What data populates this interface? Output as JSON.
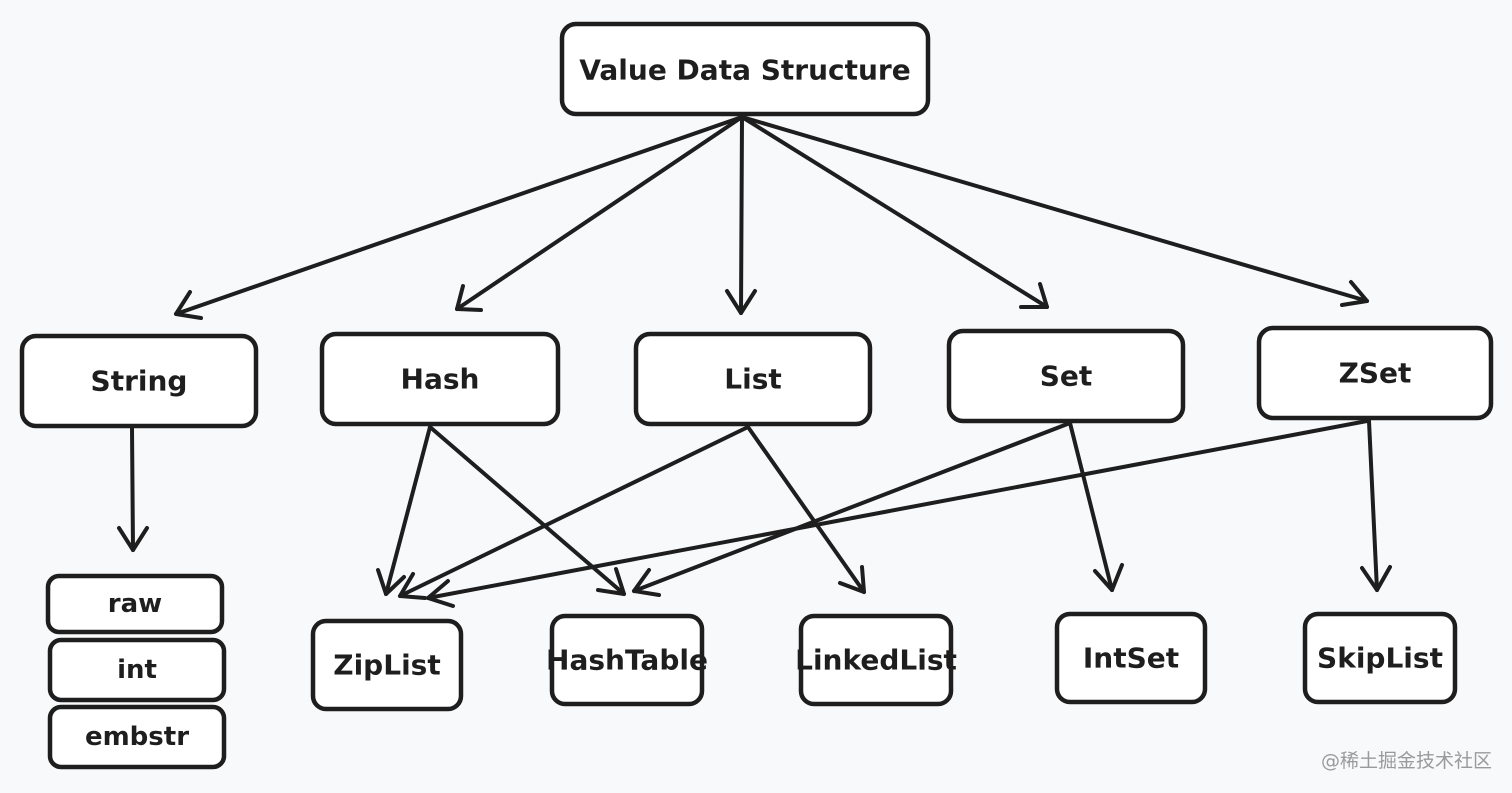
{
  "diagram": {
    "root": "Value Data Structure",
    "types": [
      "String",
      "Hash",
      "List",
      "Set",
      "ZSet"
    ],
    "string_encodings": [
      "raw",
      "int",
      "embstr"
    ],
    "structures": [
      "ZipList",
      "HashTable",
      "LinkedList",
      "IntSet",
      "SkipList"
    ],
    "edges": [
      [
        "Value Data Structure",
        "String"
      ],
      [
        "Value Data Structure",
        "Hash"
      ],
      [
        "Value Data Structure",
        "List"
      ],
      [
        "Value Data Structure",
        "Set"
      ],
      [
        "Value Data Structure",
        "ZSet"
      ],
      [
        "String",
        "raw"
      ],
      [
        "Hash",
        "ZipList"
      ],
      [
        "Hash",
        "HashTable"
      ],
      [
        "List",
        "ZipList"
      ],
      [
        "List",
        "LinkedList"
      ],
      [
        "Set",
        "HashTable"
      ],
      [
        "Set",
        "IntSet"
      ],
      [
        "ZSet",
        "ZipList"
      ],
      [
        "ZSet",
        "SkipList"
      ]
    ]
  },
  "watermark": "@稀土掘金技术社区"
}
